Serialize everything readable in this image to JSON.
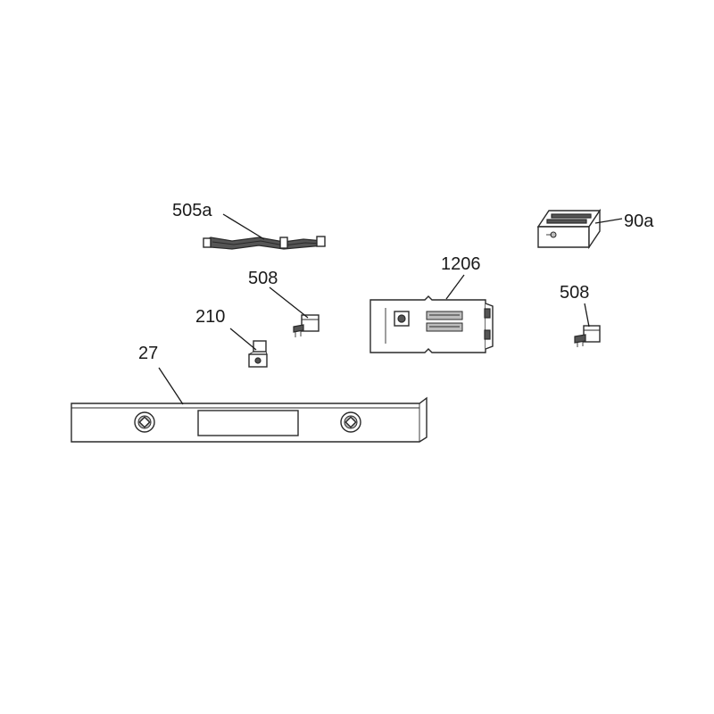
{
  "diagram": {
    "callouts": {
      "harness_505a": "505a",
      "heater_508_left": "508",
      "bracket_210": "210",
      "panel_27": "27",
      "module_1206": "1206",
      "relay_90a": "90a",
      "heater_508_right": "508"
    }
  }
}
